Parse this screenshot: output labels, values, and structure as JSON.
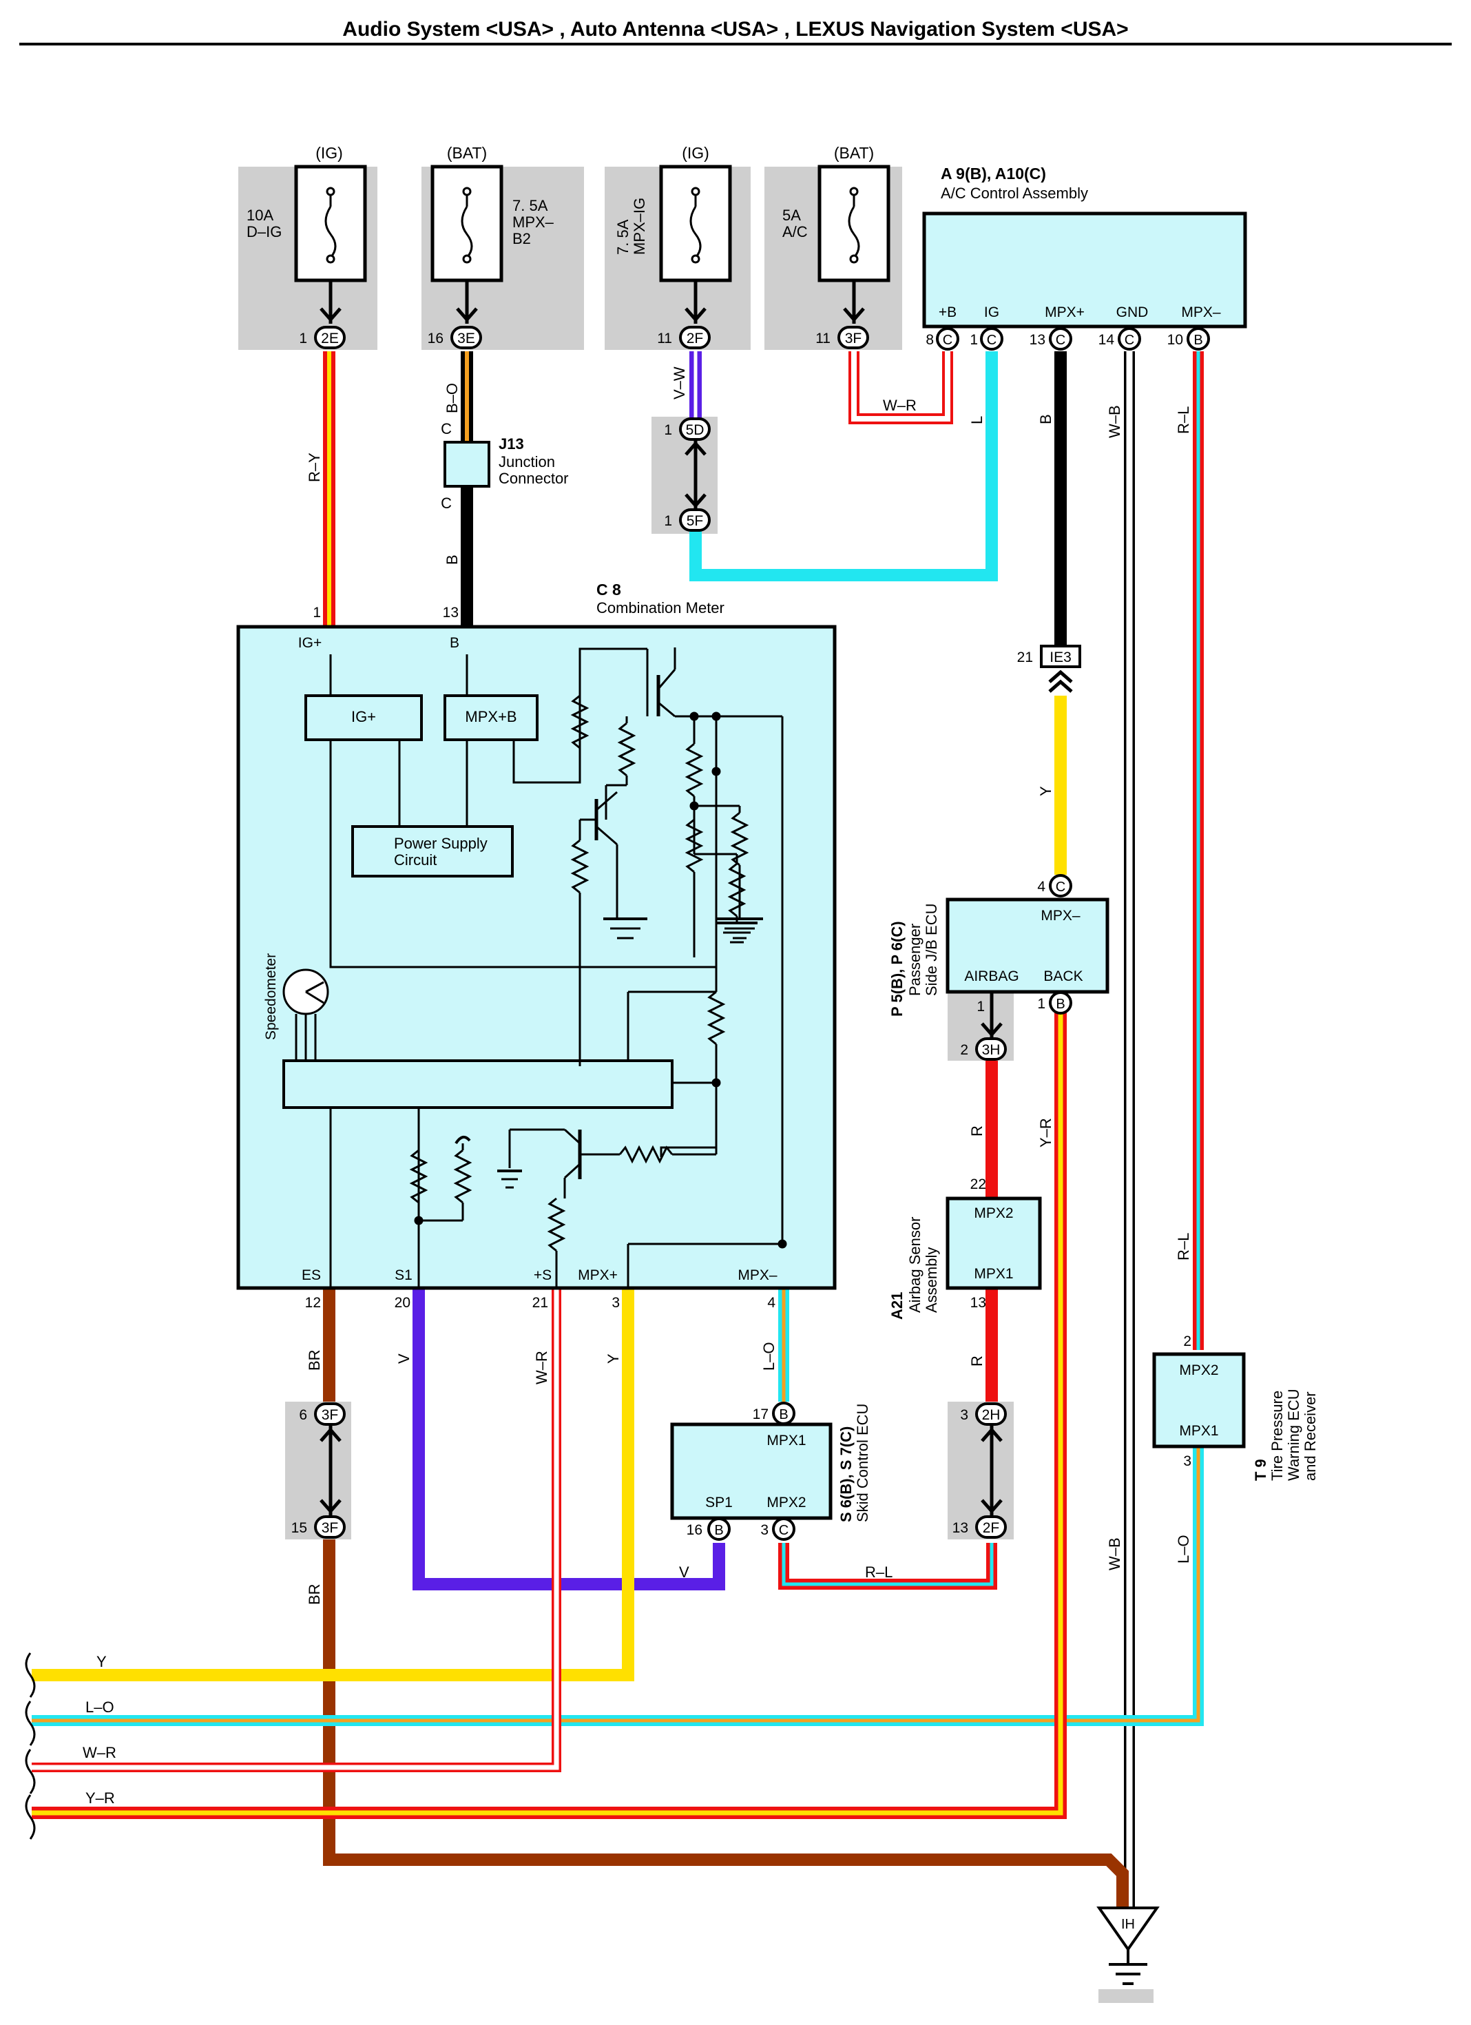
{
  "title": "Audio System <USA> , Auto Antenna <USA> , LEXUS Navigation System <USA>",
  "colors": {
    "cyan_fill": "#ccf7fa",
    "grey_box": "#cfcfcf",
    "red": "#ee1111",
    "yellow": "#ffe000",
    "orange": "#f5a020",
    "black": "#000000",
    "cyan_wire": "#22e6f0",
    "violet": "#5a1fe6",
    "brown": "#993300",
    "white": "#ffffff"
  },
  "fuses": [
    {
      "source": "(IG)",
      "line1": "10A",
      "line2": "D–IG",
      "pin": "1",
      "connector": "2E"
    },
    {
      "source": "(BAT)",
      "line1": "7. 5A",
      "line2": "MPX–",
      "line3": "B2",
      "pin": "16",
      "connector": "3E"
    },
    {
      "source": "(IG)",
      "line1": "7. 5A",
      "line2": "MPX–IG",
      "pin": "11",
      "connector": "2F"
    },
    {
      "source": "(BAT)",
      "line1": "5A",
      "line2": "A/C",
      "pin": "11",
      "connector": "3F"
    }
  ],
  "ac_assembly": {
    "ref": "A 9(B), A10(C)",
    "name": "A/C Control Assembly",
    "pins": [
      {
        "label": "+B",
        "num": "8",
        "conn": "C"
      },
      {
        "label": "IG",
        "num": "1",
        "conn": "C"
      },
      {
        "label": "MPX+",
        "num": "13",
        "conn": "C"
      },
      {
        "label": "GND",
        "num": "14",
        "conn": "C"
      },
      {
        "label": "MPX–",
        "num": "10",
        "conn": "B"
      }
    ]
  },
  "junction": {
    "ref": "J13",
    "line1": "Junction",
    "line2": "Connector",
    "pin_top": "C",
    "pin_bottom": "C"
  },
  "connectors": {
    "c5D": {
      "pin": "1",
      "name": "5D"
    },
    "c5F": {
      "pin": "1",
      "name": "5F"
    },
    "ie3": {
      "pin": "21",
      "name": "IE3"
    },
    "c3H": {
      "pin": "2",
      "name": "3H"
    },
    "c2H": {
      "pin": "3",
      "name": "2H"
    },
    "c2F": {
      "pin": "13",
      "name": "2F"
    },
    "c3Fa": {
      "pin": "6",
      "name": "3F"
    },
    "c3Fb": {
      "pin": "15",
      "name": "3F"
    },
    "ih": "IH"
  },
  "meter": {
    "ref": "C 8",
    "name": "Combination Meter",
    "top_pins": [
      {
        "num": "1",
        "label": "IG+"
      },
      {
        "num": "13",
        "label": "B"
      }
    ],
    "bottom_pins": [
      {
        "num": "12",
        "label": "ES"
      },
      {
        "num": "20",
        "label": "S1"
      },
      {
        "num": "21",
        "label": "+S"
      },
      {
        "num": "3",
        "label": "MPX+"
      },
      {
        "num": "4",
        "label": "MPX–"
      }
    ],
    "ig_box": "IG+",
    "mpxb_box": "MPX+B",
    "psu_line1": "Power Supply",
    "psu_line2": "Circuit",
    "speedometer": "Speedometer"
  },
  "passenger_ecu": {
    "ref": "P 5(B), P 6(C)",
    "line1": "Passenger",
    "line2": "Side J/B ECU",
    "mpx": "MPX–",
    "airbag": "AIRBAG",
    "back": "BACK",
    "pin_mpx": "4",
    "conn_mpx": "C",
    "pin_airbag": "1",
    "pin_back": "1",
    "conn_back": "B"
  },
  "airbag": {
    "ref": "A21",
    "line1": "Airbag Sensor",
    "line2": "Assembly",
    "mpx2": "MPX2",
    "mpx1": "MPX1",
    "pin_mpx2": "22",
    "pin_mpx1": "13"
  },
  "skid": {
    "ref": "S 6(B), S 7(C)",
    "line1": "Skid Control ECU",
    "mpx1": "MPX1",
    "sp1": "SP1",
    "mpx2": "MPX2",
    "pin_mpx1": "17",
    "conn_mpx1": "B",
    "pin_sp1": "16",
    "conn_sp1": "B",
    "pin_mpx2": "3",
    "conn_mpx2": "C"
  },
  "tire": {
    "ref": "T 9",
    "line1": "Tire Pressure",
    "line2": "Warning ECU",
    "line3": "and Receiver",
    "mpx2": "MPX2",
    "mpx1": "MPX1",
    "pin_mpx2": "2",
    "pin_mpx1": "3"
  },
  "wire_labels": {
    "ry": "R–Y",
    "bo": "B–O",
    "b": "B",
    "vw": "V–W",
    "wr": "W–R",
    "l": "L",
    "wb": "W–B",
    "rl": "R–L",
    "y": "Y",
    "r": "R",
    "yr": "Y–R",
    "br": "BR",
    "v": "V",
    "lo": "L–O"
  },
  "bus_labels": [
    "Y",
    "L–O",
    "W–R",
    "Y–R"
  ]
}
